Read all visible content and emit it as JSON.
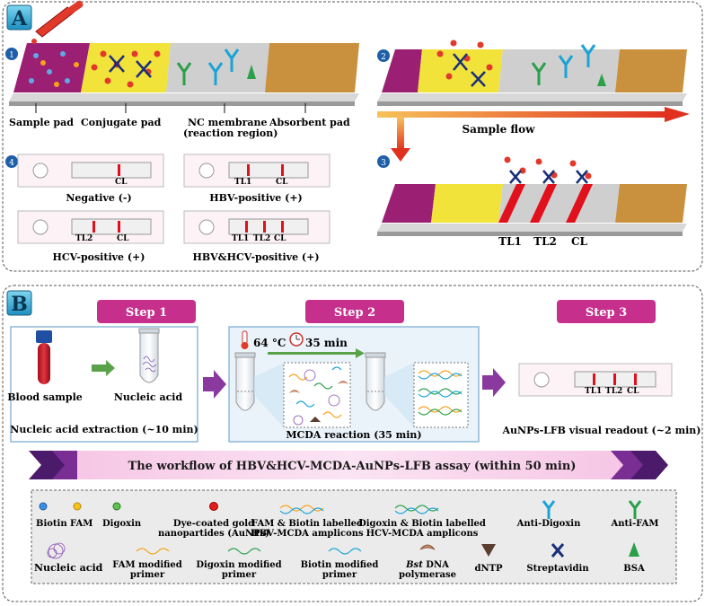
{
  "panelA": {
    "badge": "A",
    "step_badges": [
      "1",
      "2",
      "3",
      "4"
    ],
    "strip_labels": {
      "sample_pad": "Sample pad",
      "conjugate_pad": "Conjugate pad",
      "nc_membrane": "NC membrane",
      "nc_membrane_sub": "(reaction region)",
      "absorbent_pad": "Absorbent pad"
    },
    "sample_flow": "Sample flow",
    "line_labels": [
      "TL1",
      "TL2",
      "CL"
    ],
    "results": [
      {
        "title": "Negative (-)",
        "lines": [
          "CL"
        ]
      },
      {
        "title": "HBV-positive (+)",
        "lines": [
          "TL1",
          "CL"
        ]
      },
      {
        "title": "HCV-positive (+)",
        "lines": [
          "TL2",
          "CL"
        ]
      },
      {
        "title": "HBV&HCV-positive (+)",
        "lines": [
          "TL1",
          "TL2",
          "CL"
        ]
      }
    ]
  },
  "panelB": {
    "badge": "B",
    "steps": [
      "Step 1",
      "Step 2",
      "Step 3"
    ],
    "step1": {
      "blood_sample": "Blood sample",
      "nucleic_acid": "Nucleic acid",
      "caption": "Nucleic acid extraction (~10 min)"
    },
    "step2": {
      "temperature": "64 °C",
      "time": "35 min",
      "caption": "MCDA reaction (35 min)"
    },
    "step3": {
      "lines": [
        "TL1",
        "TL2",
        "CL"
      ],
      "caption": "AuNPs-LFB visual readout (~2 min)"
    },
    "banner": "The workflow of HBV&HCV-MCDA-AuNPs-LFB assay (within 50 min)",
    "legend": {
      "biotin": "Biotin",
      "fam": "FAM",
      "digoxin": "Digoxin",
      "aunp_1": "Dye-coated gold",
      "aunp_2": "nanopartides (AuNPs)",
      "fam_amp_1": "FAM & Biotin labelled",
      "fam_amp_2": "HBV-MCDA amplicons",
      "dig_amp_1": "Digoxin & Biotin labelled",
      "dig_amp_2": "HCV-MCDA amplicons",
      "anti_dig": "Anti-Digoxin",
      "anti_fam": "Anti-FAM",
      "nucleic_acid": "Nucleic acid",
      "fam_primer_1": "FAM modified",
      "fam_primer_2": "primer",
      "dig_primer_1": "Digoxin modified",
      "dig_primer_2": "primer",
      "bio_primer_1": "Biotin modified",
      "bio_primer_2": "primer",
      "bst_1": "Bst",
      "bst_2": " DNA",
      "bst_3": "polymerase",
      "dntp": "dNTP",
      "streptavidin": "Streptavidin",
      "bsa": "BSA"
    }
  }
}
